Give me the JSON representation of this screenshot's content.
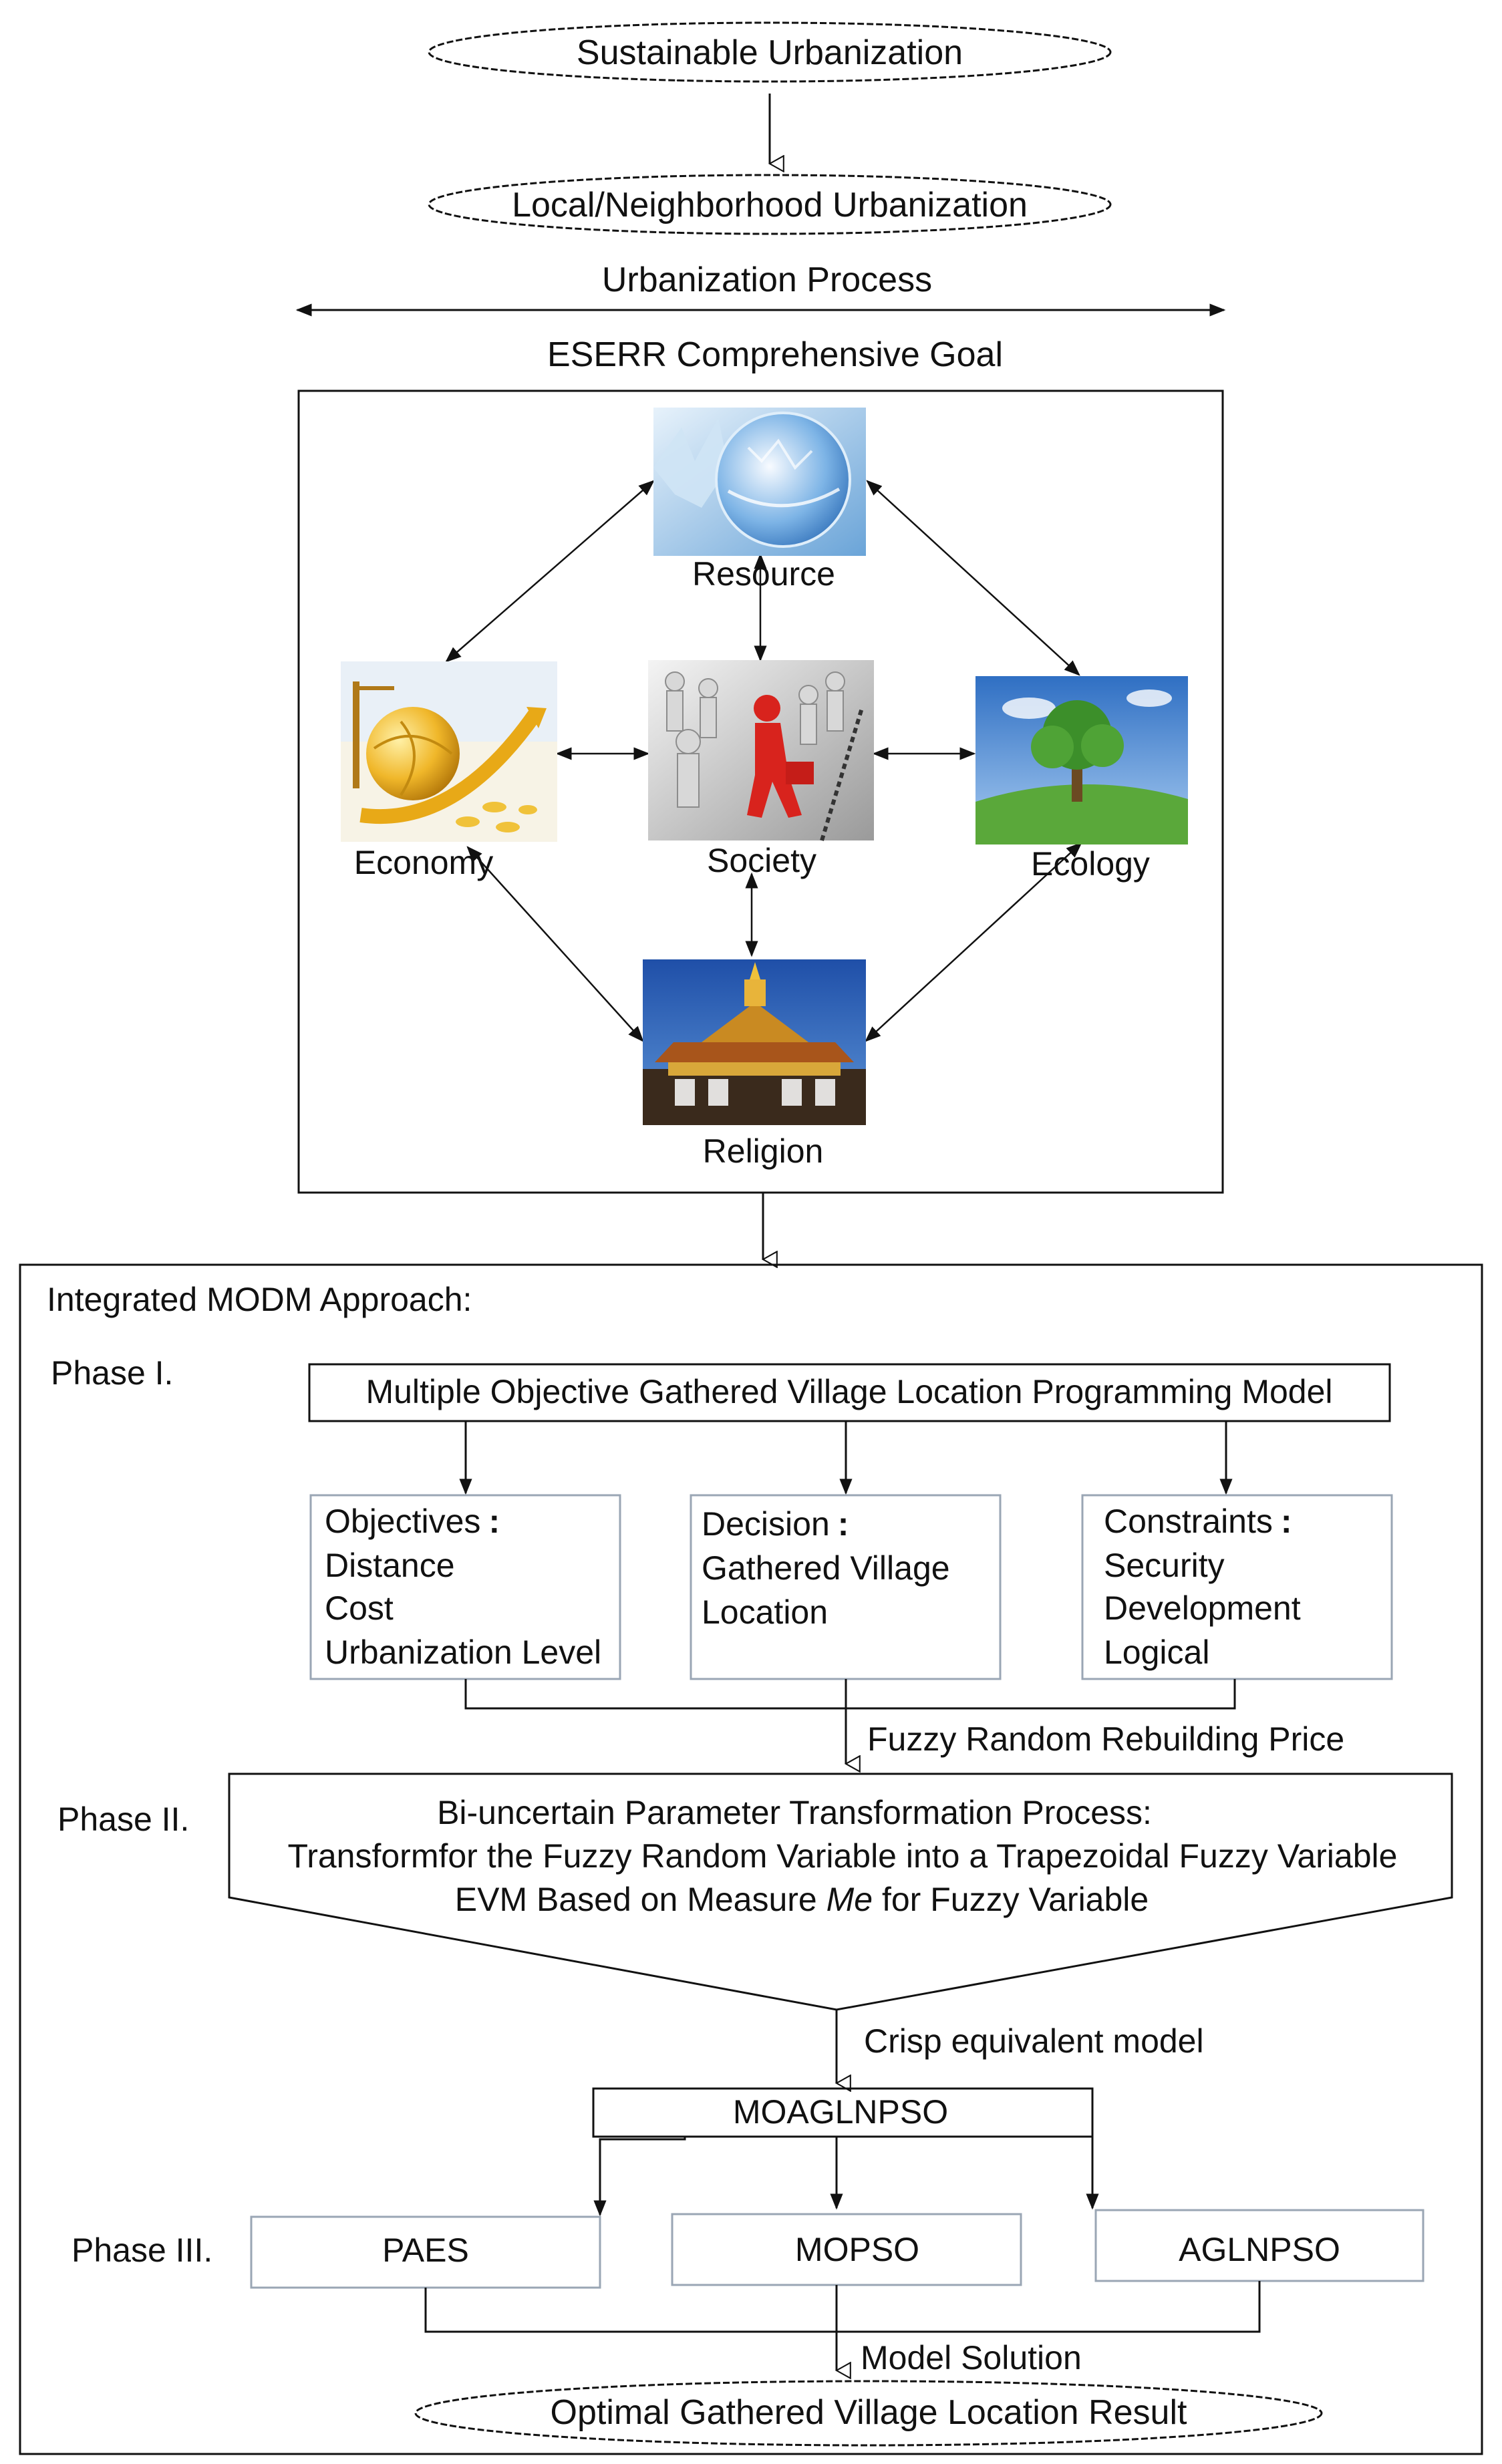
{
  "top": {
    "sustainable": "Sustainable Urbanization",
    "local": "Local/Neighborhood Urbanization",
    "process": "Urbanization Process",
    "goal": "ESERR Comprehensive Goal"
  },
  "eserr": {
    "resource": "Resource",
    "economy": "Economy",
    "society": "Society",
    "ecology": "Ecology",
    "religion": "Religion"
  },
  "modm": {
    "title": "Integrated MODM Approach:",
    "phase1": "Phase I.",
    "phase2": "Phase II.",
    "phase3": "Phase III.",
    "model": "Multiple Objective Gathered Village Location Programming Model",
    "objectives": {
      "head": "Objectives",
      "items": [
        "Distance",
        "Cost",
        "Urbanization Level"
      ]
    },
    "decision": {
      "head": "Decision",
      "items": [
        "Gathered Village",
        "Location"
      ]
    },
    "constraints": {
      "head": "Constraints",
      "items": [
        "Security",
        "Development",
        "Logical"
      ]
    },
    "colon": ":",
    "fuzzy_price": "Fuzzy Random Rebuilding Price",
    "transform_lines": [
      "Bi-uncertain Parameter Transformation Process:",
      "Transformfor the Fuzzy Random Variable into a Trapezoidal Fuzzy Variable"
    ],
    "evm": {
      "before": "EVM Based on Measure ",
      "italic": "Me",
      "after": " for Fuzzy Variable"
    },
    "crisp": "Crisp equivalent model",
    "moaglnpso": "MOAGLNPSO",
    "algorithms": [
      "PAES",
      "MOPSO",
      "AGLNPSO"
    ],
    "model_solution": "Model Solution",
    "result": "Optimal Gathered Village Location Result"
  },
  "colors": {
    "line": "#111111",
    "box_border_light": "#9aa6b4",
    "sky": "#3b79c8",
    "grass": "#5aa83a",
    "gold": "#e3a821",
    "red_figure": "#d8231d"
  }
}
